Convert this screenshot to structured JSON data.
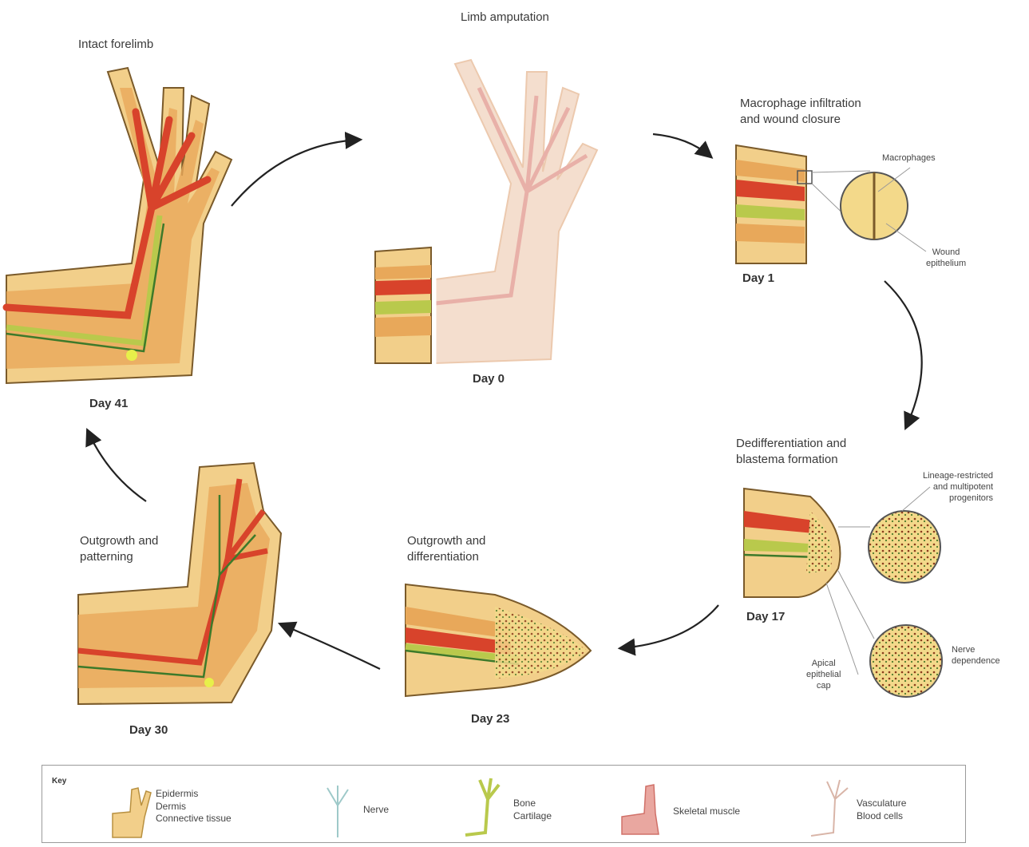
{
  "stages": {
    "intact": {
      "title": "Intact forelimb",
      "day": "Day 41"
    },
    "amputation": {
      "title": "Limb amputation",
      "day": "Day 0"
    },
    "macrophage": {
      "title_line1": "Macrophage infiltration",
      "title_line2": "and wound closure",
      "day": "Day 1",
      "callout_macrophages": "Macrophages",
      "callout_wound_line1": "Wound",
      "callout_wound_line2": "epithelium"
    },
    "dedifferentiation": {
      "title_line1": "Dedifferentiation and",
      "title_line2": "blastema formation",
      "day": "Day 17",
      "callout_progenitors_line1": "Lineage-restricted",
      "callout_progenitors_line2": "and multipotent",
      "callout_progenitors_line3": "progenitors",
      "callout_nerve_line1": "Nerve",
      "callout_nerve_line2": "dependence",
      "callout_aec_line1": "Apical",
      "callout_aec_line2": "epithelial",
      "callout_aec_line3": "cap"
    },
    "outgrowth_diff": {
      "title_line1": "Outgrowth and",
      "title_line2": "differentiation",
      "day": "Day 23"
    },
    "outgrowth_pattern": {
      "title_line1": "Outgrowth and",
      "title_line2": "patterning",
      "day": "Day 30"
    }
  },
  "legend": {
    "key_label": "Key",
    "items": [
      {
        "line1": "Epidermis",
        "line2": "Dermis",
        "line3": "Connective tissue"
      },
      {
        "line1": "Nerve"
      },
      {
        "line1": "Bone",
        "line2": "Cartilage"
      },
      {
        "line1": "Skeletal muscle"
      },
      {
        "line1": "Vasculature",
        "line2": "Blood cells"
      }
    ]
  },
  "colors": {
    "skin": "#f2cf8a",
    "dermis": "#e8a85a",
    "muscle": "#d8432b",
    "bone": "#b9c94c",
    "nerve": "#3d7a2a",
    "outline": "#7a5a2a",
    "arrow": "#222222",
    "ghost": "#f3d9c6"
  }
}
